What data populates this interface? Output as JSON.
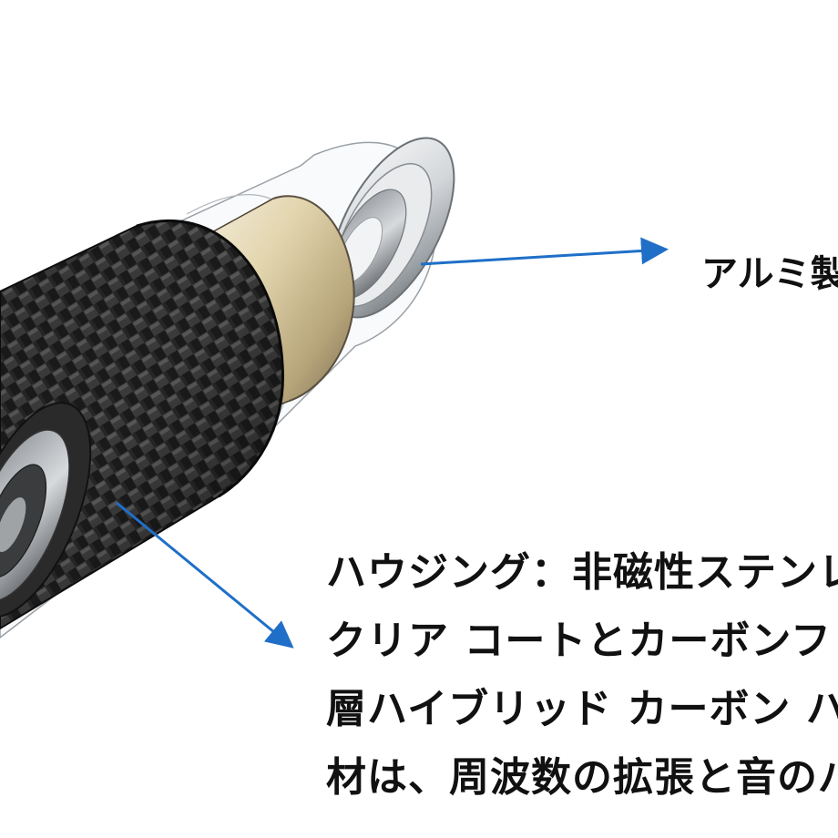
{
  "labels": {
    "top_right": "アルミ製"
  },
  "description_lines": [
    "ハウジング：非磁性ステンレ",
    "クリア コートとカーボンファイ",
    "層ハイブリッド カーボン ハウ",
    "材は、周波数の拡張と音のバ"
  ],
  "colors": {
    "arrow": "#1f6fc8",
    "carbon_dark": "#1c1c1c",
    "brass": "#d8c9a0",
    "aluminum": "#c8cacc"
  }
}
